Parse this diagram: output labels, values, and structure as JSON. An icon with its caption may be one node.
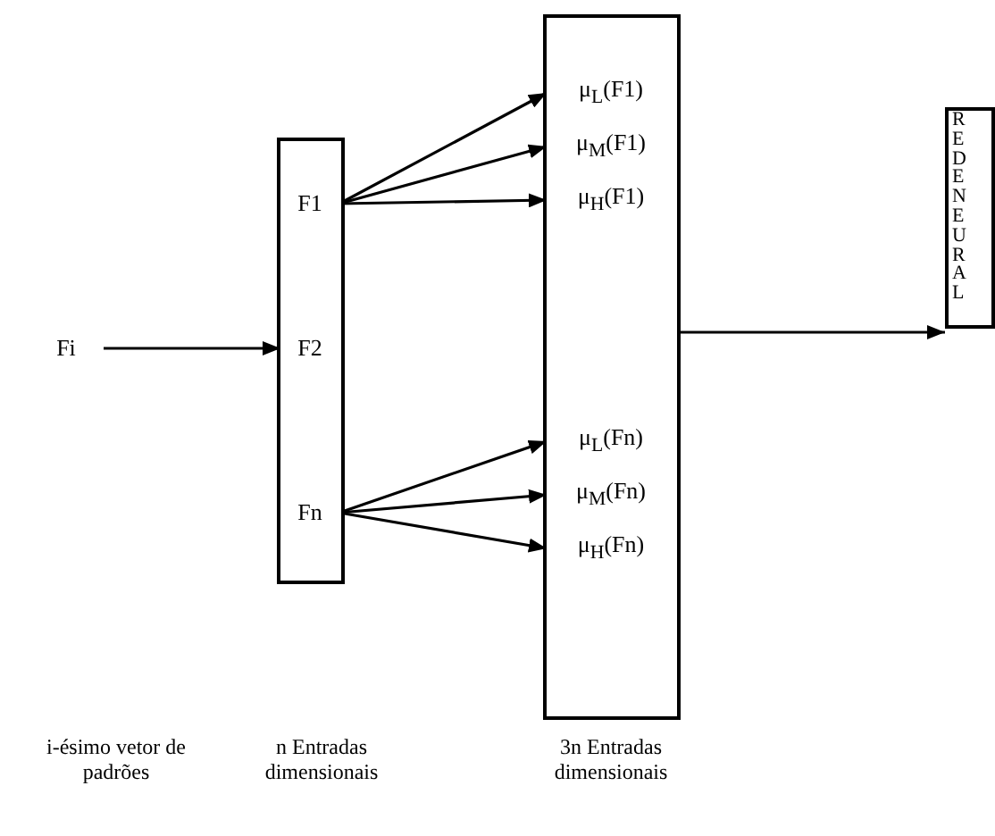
{
  "diagram": {
    "nodes": [
      {
        "text": [
          "Fi"
        ]
      },
      {
        "text": [],
        "shape": "box"
      },
      {
        "text": [
          "F1"
        ],
        "in": 1
      },
      {
        "text": [
          "F2"
        ],
        "in": 1
      },
      {
        "text": [
          "Fn"
        ],
        "in": 1
      },
      {
        "text": [],
        "shape": "box"
      },
      {
        "text": [
          "μ$_{L}$(F1)"
        ],
        "in": 5
      },
      {
        "text": [
          "μ$_{M}$(F1)"
        ],
        "in": 5
      },
      {
        "text": [
          "μ$_{H}$(F1)"
        ],
        "in": 5
      },
      {
        "text": [
          "μ$_{L}$(Fn)"
        ],
        "in": 5
      },
      {
        "text": [
          "μ$_{M}$(Fn)"
        ],
        "in": 5
      },
      {
        "text": [
          "μ$_{H}$(Fn)"
        ],
        "in": 5
      },
      {
        "text": [
          "REDE NEURAL"
        ]
      }
    ],
    "edges": [
      {
        "from": 0,
        "to": 3,
        "arrow": "to"
      },
      {
        "from": 2,
        "to": 6,
        "arrow": "to"
      },
      {
        "from": 2,
        "to": 7,
        "arrow": "to"
      },
      {
        "from": 2,
        "to": 8,
        "arrow": "to"
      },
      {
        "from": 4,
        "to": 9,
        "arrow": "to"
      },
      {
        "from": 4,
        "to": 10,
        "arrow": "to"
      },
      {
        "from": 4,
        "to": 11,
        "arrow": "to"
      },
      {
        "from": 5,
        "to": 12,
        "arrow": "to"
      }
    ],
    "labels": [
      "i-ésimo vetor de padrões",
      "n Entradas dimensionais",
      "3n Entradas dimensionais"
    ]
  }
}
